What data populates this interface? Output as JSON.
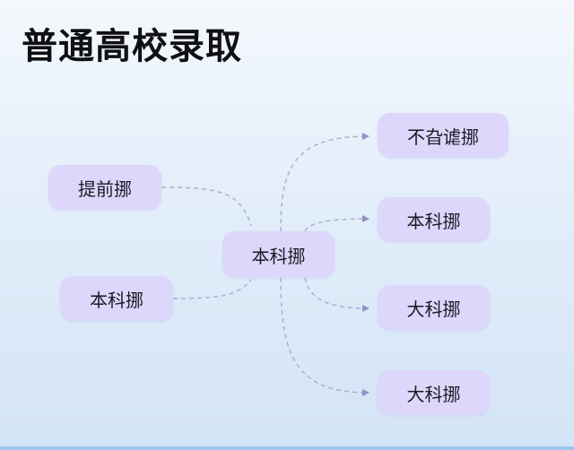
{
  "title": "普通高校录取",
  "nodes": {
    "left_top": "提前挪",
    "left_bottom": "本科挪",
    "center": "本科挪",
    "right_1": "不旮谑挪",
    "right_2": "本科挪",
    "right_3": "大科挪",
    "right_4": "大科挪"
  },
  "colors": {
    "node_fill": "#dcd7fb",
    "connector": "#a9aecb",
    "arrow": "#8e93bf"
  }
}
